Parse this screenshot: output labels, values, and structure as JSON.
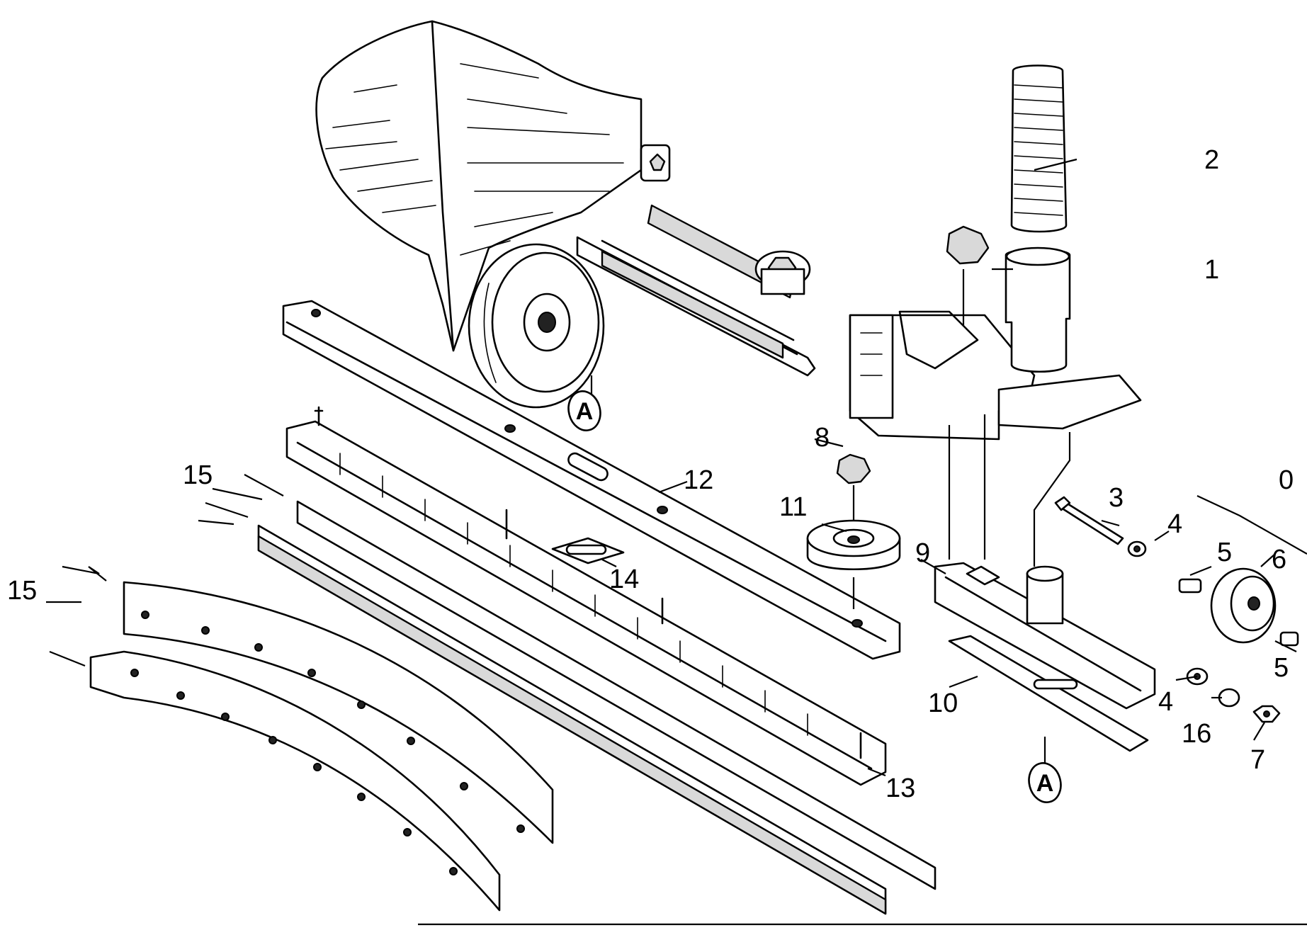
{
  "callouts": {
    "c0": "0",
    "c1": "1",
    "c2": "2",
    "c3": "3",
    "c4a": "4",
    "c4b": "4",
    "c5a": "5",
    "c5b": "5",
    "c6": "6",
    "c7": "7",
    "c8": "8",
    "c9": "9",
    "c10": "10",
    "c11": "11",
    "c12": "12",
    "c13": "13",
    "c14": "14",
    "c15a": "15",
    "c15b": "15",
    "c16": "16"
  },
  "reference_marks": {
    "top": "A",
    "bottom": "A"
  }
}
